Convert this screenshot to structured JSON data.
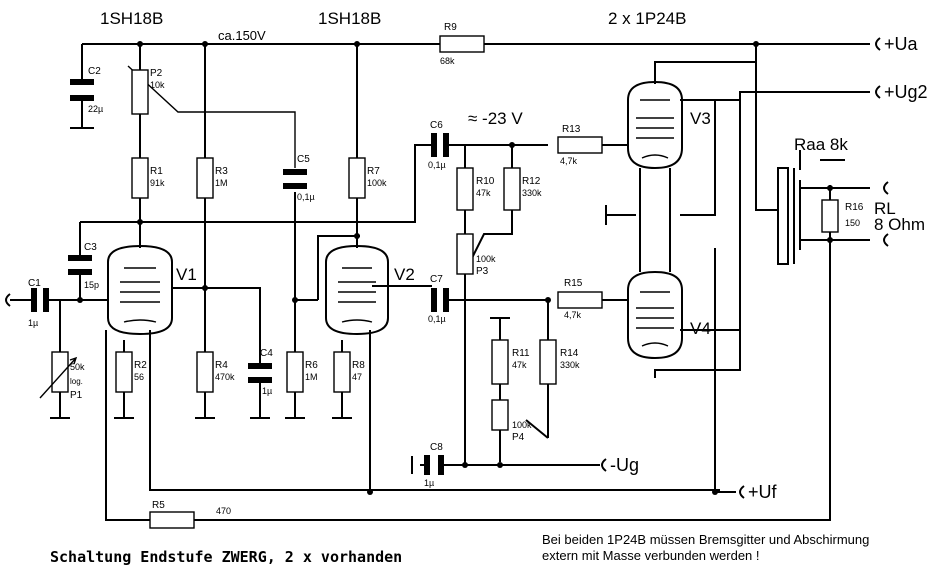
{
  "title": "Schaltung Endstufe ZWERG, 2 x vorhanden",
  "note_line1": "Bei beiden 1P24B müssen Bremsgitter und Abschirmung",
  "note_line2": "extern mit Masse verbunden werden !",
  "tube_labels": {
    "v1_type": "1SH18B",
    "v2_type": "1SH18B",
    "out_type": "2 x 1P24B"
  },
  "voltage_labels": {
    "supply": "ca.150V",
    "bias": "≈ -23 V"
  },
  "terminals": {
    "ua": "+Ua",
    "ug2": "+Ug2",
    "ug": "-Ug",
    "uf": "+Uf"
  },
  "load": {
    "raa": "Raa 8k",
    "rl": "RL",
    "ohm": "8 Ohm"
  },
  "tubes": {
    "v1": "V1",
    "v2": "V2",
    "v3": "V3",
    "v4": "V4"
  },
  "components": {
    "C1": {
      "name": "C1",
      "value": "1µ"
    },
    "C2": {
      "name": "C2",
      "value": "22µ"
    },
    "C3": {
      "name": "C3",
      "value": "15p"
    },
    "C4": {
      "name": "C4",
      "value": "1µ"
    },
    "C5": {
      "name": "C5",
      "value": "0,1µ"
    },
    "C6": {
      "name": "C6",
      "value": "0,1µ"
    },
    "C7": {
      "name": "C7",
      "value": "0,1µ"
    },
    "C8": {
      "name": "C8",
      "value": "1µ"
    },
    "P1": {
      "name": "P1",
      "value": "50k",
      "extra": "log."
    },
    "P2": {
      "name": "P2",
      "value": "10k"
    },
    "P3": {
      "name": "P3",
      "value": "100k"
    },
    "P4": {
      "name": "P4",
      "value": "100k"
    },
    "R1": {
      "name": "R1",
      "value": "91k"
    },
    "R2": {
      "name": "R2",
      "value": "56"
    },
    "R3": {
      "name": "R3",
      "value": "1M"
    },
    "R4": {
      "name": "R4",
      "value": "470k"
    },
    "R5": {
      "name": "R5",
      "value": "470"
    },
    "R6": {
      "name": "R6",
      "value": "1M"
    },
    "R7": {
      "name": "R7",
      "value": "100k"
    },
    "R8": {
      "name": "R8",
      "value": "47"
    },
    "R9": {
      "name": "R9",
      "value": "68k"
    },
    "R10": {
      "name": "R10",
      "value": "47k"
    },
    "R11": {
      "name": "R11",
      "value": "47k"
    },
    "R12": {
      "name": "R12",
      "value": "330k"
    },
    "R13": {
      "name": "R13",
      "value": "4,7k"
    },
    "R14": {
      "name": "R14",
      "value": "330k"
    },
    "R15": {
      "name": "R15",
      "value": "4,7k"
    },
    "R16": {
      "name": "R16",
      "value": "150"
    }
  }
}
